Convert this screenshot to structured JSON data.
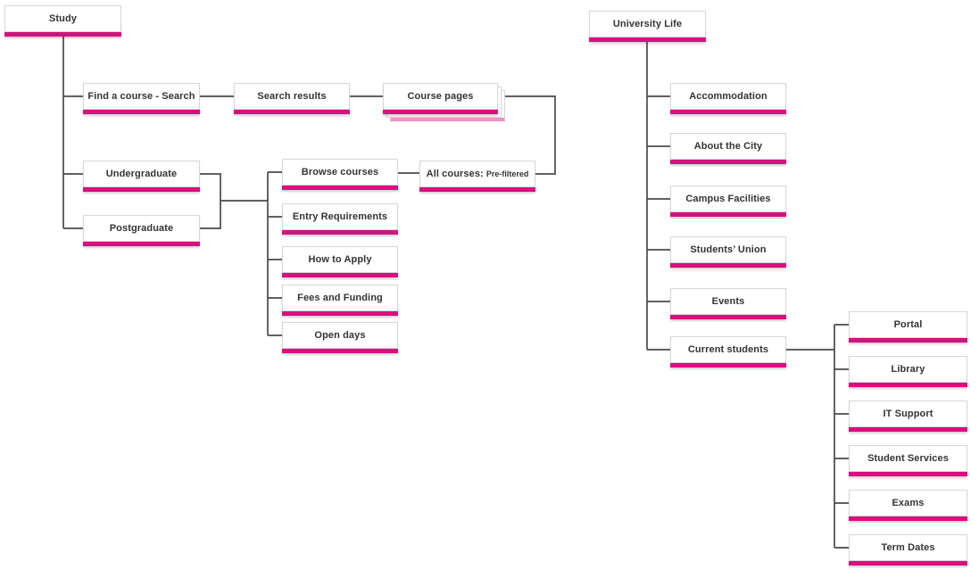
{
  "diagram": {
    "type": "sitemap",
    "colors": {
      "accent": "#d6117e",
      "connector": "#4a4a4a",
      "node_border": "#d6d6d6",
      "node_background": "#ffffff",
      "label_text": "#333333"
    }
  },
  "nodes": {
    "study": {
      "label": "Study"
    },
    "find_course": {
      "label": "Find a course - Search"
    },
    "search_results": {
      "label": "Search results"
    },
    "course_pages": {
      "label": "Course pages"
    },
    "undergraduate": {
      "label": "Undergraduate"
    },
    "postgraduate": {
      "label": "Postgraduate"
    },
    "browse_courses": {
      "label": "Browse courses"
    },
    "entry_requirements": {
      "label": "Entry Requirements"
    },
    "how_to_apply": {
      "label": "How to Apply"
    },
    "fees_and_funding": {
      "label": "Fees and Funding"
    },
    "open_days": {
      "label": "Open days"
    },
    "all_courses": {
      "label": "All courses:",
      "sublabel": "Pre-filtered"
    },
    "university_life": {
      "label": "University Life"
    },
    "accommodation": {
      "label": "Accommodation"
    },
    "about_the_city": {
      "label": "About the City"
    },
    "campus_facilities": {
      "label": "Campus Facilities"
    },
    "students_union": {
      "label": "Students’ Union"
    },
    "events": {
      "label": "Events"
    },
    "current_students": {
      "label": "Current students"
    },
    "portal": {
      "label": "Portal"
    },
    "library": {
      "label": "Library"
    },
    "it_support": {
      "label": "IT Support"
    },
    "student_services": {
      "label": "Student Services"
    },
    "exams": {
      "label": "Exams"
    },
    "term_dates": {
      "label": "Term Dates"
    }
  },
  "edges": [
    {
      "from": "study",
      "to": "find_course"
    },
    {
      "from": "study",
      "to": "undergraduate"
    },
    {
      "from": "study",
      "to": "postgraduate"
    },
    {
      "from": "find_course",
      "to": "search_results"
    },
    {
      "from": "search_results",
      "to": "course_pages"
    },
    {
      "from": "course_pages",
      "to": "all_courses"
    },
    {
      "from": "undergraduate",
      "to": "course_section"
    },
    {
      "from": "postgraduate",
      "to": "course_section"
    },
    {
      "from": "course_section",
      "to": "browse_courses"
    },
    {
      "from": "course_section",
      "to": "entry_requirements"
    },
    {
      "from": "course_section",
      "to": "how_to_apply"
    },
    {
      "from": "course_section",
      "to": "fees_and_funding"
    },
    {
      "from": "course_section",
      "to": "open_days"
    },
    {
      "from": "browse_courses",
      "to": "all_courses"
    },
    {
      "from": "university_life",
      "to": "accommodation"
    },
    {
      "from": "university_life",
      "to": "about_the_city"
    },
    {
      "from": "university_life",
      "to": "campus_facilities"
    },
    {
      "from": "university_life",
      "to": "students_union"
    },
    {
      "from": "university_life",
      "to": "events"
    },
    {
      "from": "university_life",
      "to": "current_students"
    },
    {
      "from": "current_students",
      "to": "portal"
    },
    {
      "from": "current_students",
      "to": "library"
    },
    {
      "from": "current_students",
      "to": "it_support"
    },
    {
      "from": "current_students",
      "to": "student_services"
    },
    {
      "from": "current_students",
      "to": "exams"
    },
    {
      "from": "current_students",
      "to": "term_dates"
    }
  ]
}
